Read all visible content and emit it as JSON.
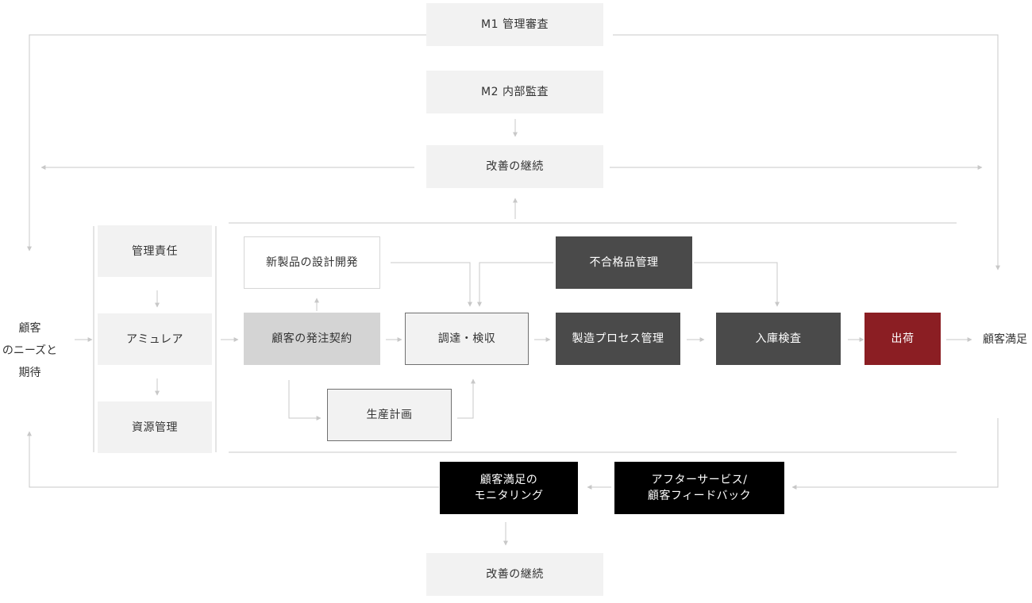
{
  "colors": {
    "light_box": "#f2f2f2",
    "mid_box": "#d4d4d4",
    "dark_box": "#4a4a4a",
    "black_box": "#000000",
    "accent_red": "#8b1e23",
    "connector": "#c8c8c8"
  },
  "top": {
    "m1": "M1 管理審査",
    "m2": "M2 内部監査",
    "improve": "改善の継続"
  },
  "left": {
    "customer_needs": "顧客\nのニーズと\n期待"
  },
  "right": {
    "customer_satisfaction": "顧客満足"
  },
  "management": {
    "responsibility": "管理責任",
    "amulea": "アミュレア",
    "resources": "資源管理"
  },
  "process": {
    "new_product": "新製品の設計開発",
    "order_contract": "顧客の発注契約",
    "procurement": "調達・検収",
    "production_plan": "生産計画",
    "nonconforming": "不合格品管理",
    "manufacturing": "製造プロセス管理",
    "incoming_inspection": "入庫検査",
    "shipping": "出荷"
  },
  "bottom": {
    "monitoring": "顧客満足の\nモニタリング",
    "after_service": "アフターサービス/\n顧客フィードバック",
    "improve": "改善の継続"
  }
}
